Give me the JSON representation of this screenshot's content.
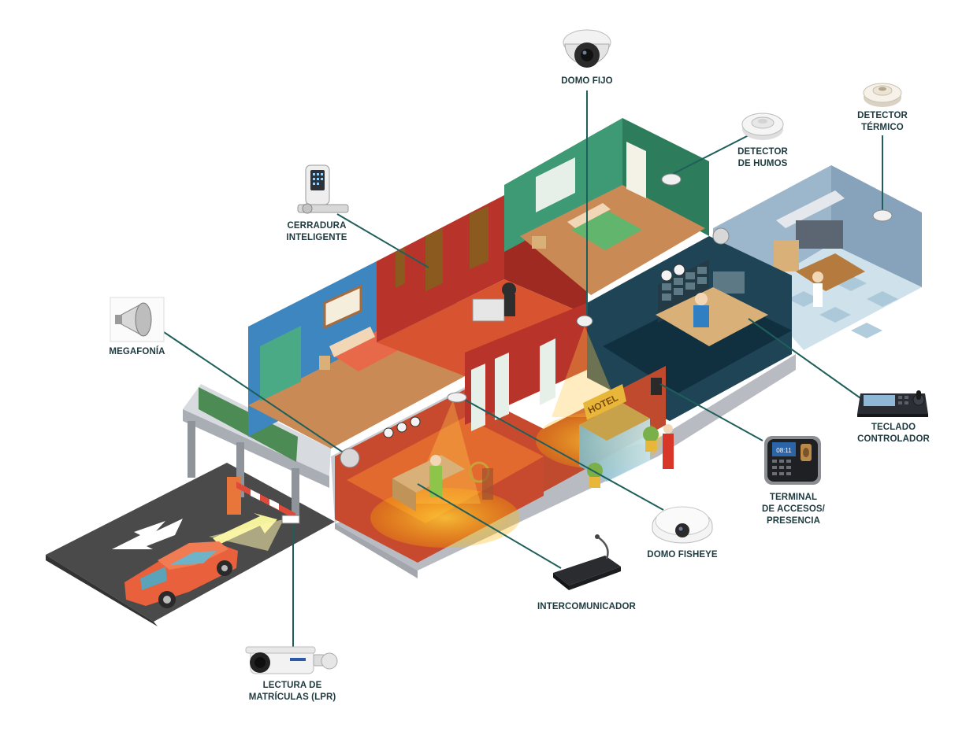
{
  "accent_line_color": "#1f5f5b",
  "devices": [
    {
      "id": "domo-fijo",
      "label": "DOMO FIJO",
      "icon": "dome-camera-icon"
    },
    {
      "id": "detector-humos",
      "label": "DETECTOR\nDE HUMOS",
      "icon": "smoke-detector-icon"
    },
    {
      "id": "detector-termico",
      "label": "DETECTOR\nTÉRMICO",
      "icon": "heat-detector-icon"
    },
    {
      "id": "cerradura",
      "label": "CERRADURA\nINTELIGENTE",
      "icon": "smart-lock-icon"
    },
    {
      "id": "megafonia",
      "label": "MEGAFONÍA",
      "icon": "megaphone-icon"
    },
    {
      "id": "teclado",
      "label": "TECLADO\nCONTROLADOR",
      "icon": "keyboard-controller-icon"
    },
    {
      "id": "terminal",
      "label": "TERMINAL\nDE ACCESOS/\nPRESENCIA",
      "icon": "access-terminal-icon"
    },
    {
      "id": "fisheye",
      "label": "DOMO FISHEYE",
      "icon": "fisheye-camera-icon"
    },
    {
      "id": "intercom",
      "label": "INTERCOMUNICADOR",
      "icon": "intercom-icon"
    },
    {
      "id": "lpr",
      "label": "LECTURA DE\nMATRÍCULAS (LPR)",
      "icon": "bullet-camera-icon"
    }
  ],
  "scene": {
    "lobby_sign": "HOTEL",
    "security_screen": "08:11"
  }
}
